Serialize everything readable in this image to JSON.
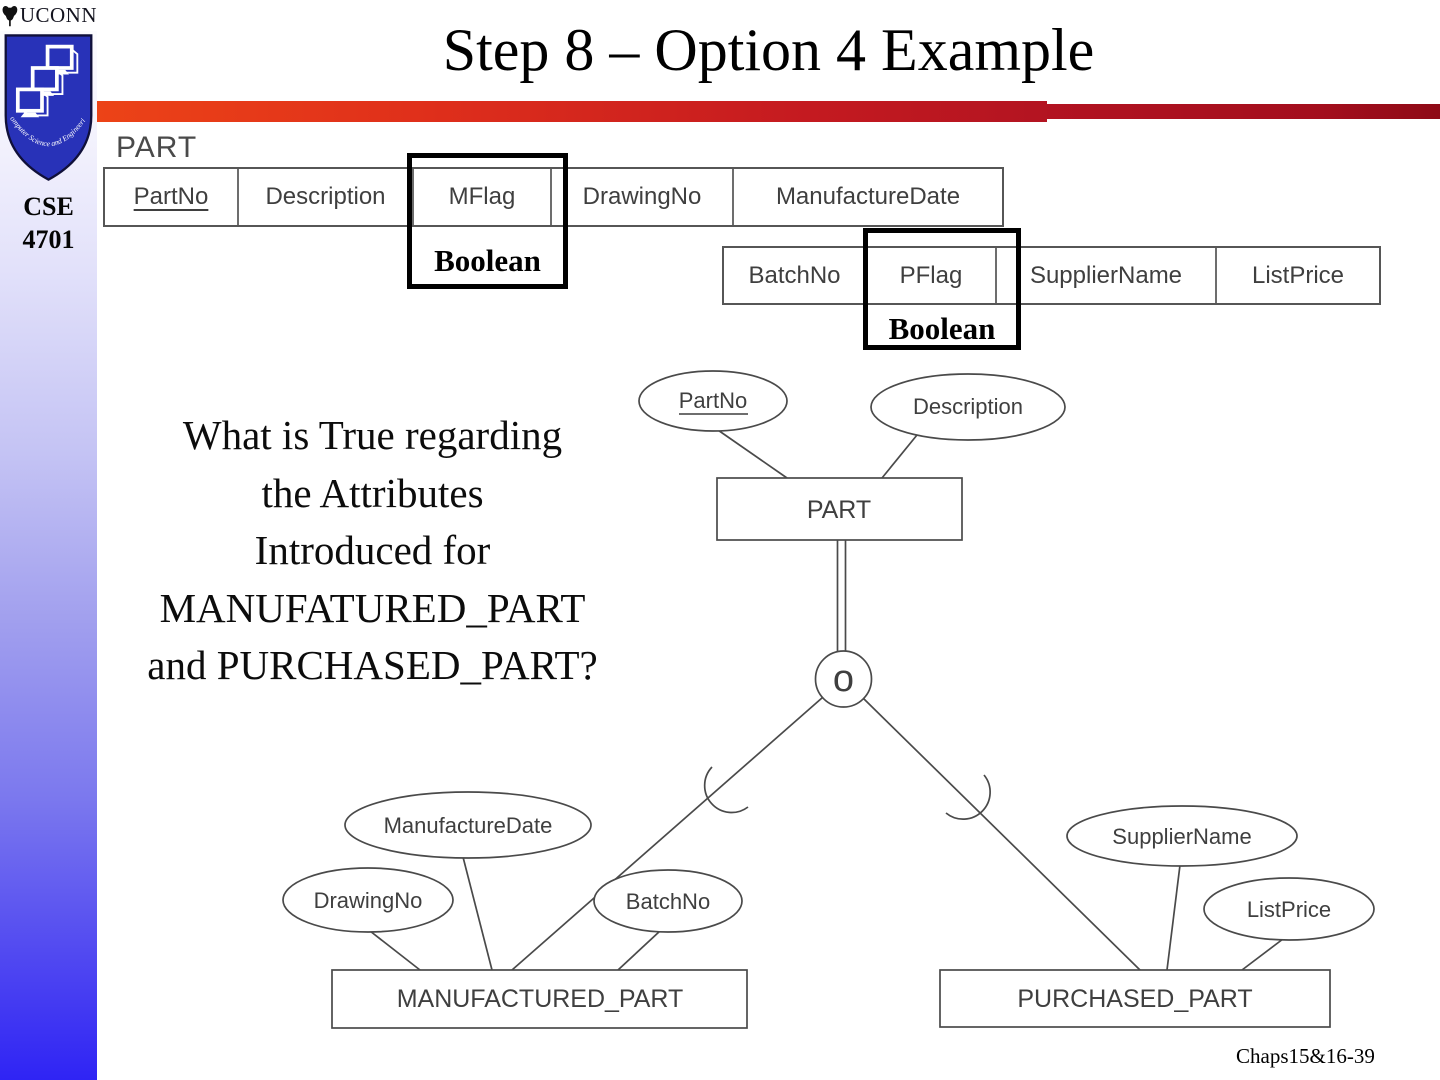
{
  "slide": {
    "title": "Step 8 – Option 4 Example",
    "footer": "Chaps15&16-39"
  },
  "sidebar": {
    "uconn_wordmark": "UCONN",
    "shield_caption": "Computer Science and Engineering",
    "course_line1": "CSE",
    "course_line2": "4701"
  },
  "part_table": {
    "label": "PART",
    "columns": [
      "PartNo",
      "Description",
      "MFlag",
      "DrawingNo",
      "ManufactureDate"
    ],
    "key_column": "PartNo",
    "mflag_annotation": "Boolean"
  },
  "purchased_table": {
    "columns": [
      "BatchNo",
      "PFlag",
      "SupplierName",
      "ListPrice"
    ],
    "pflag_annotation": "Boolean"
  },
  "question": {
    "line1": "What is True regarding",
    "line2": "the Attributes",
    "line3": "Introduced for",
    "line4": "MANUFATURED_PART",
    "line5": "and PURCHASED_PART?"
  },
  "diagram": {
    "superclass": "PART",
    "specialization_circle_label": "o",
    "subclass_left": "MANUFACTURED_PART",
    "subclass_right": "PURCHASED_PART",
    "attributes": {
      "part_key": "PartNo",
      "part_description": "Description",
      "mfg_date": "ManufactureDate",
      "mfg_drawing": "DrawingNo",
      "mfg_batch": "BatchNo",
      "pur_supplier": "SupplierName",
      "pur_price": "ListPrice"
    }
  },
  "colors": {
    "bar_left": "#ec4317",
    "bar_right": "#8e0a16",
    "shield_blue": "#2832b8",
    "sidebar_bottom": "#2f24f4",
    "diagram_stroke": "#4a4a4a"
  }
}
